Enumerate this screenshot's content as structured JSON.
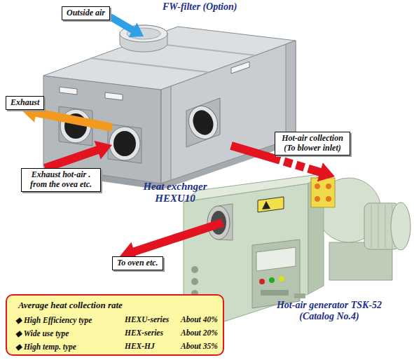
{
  "diagram": {
    "nodes": [
      {
        "text": [
          "Outside air"
        ]
      },
      {
        "text": [
          "Heat exchnger HEXU10"
        ]
      },
      {
        "text": [
          "Exhaust"
        ]
      },
      {
        "text": [
          "Exhaust hot-air . from the ovea etc."
        ]
      },
      {
        "text": [
          "Hot-air collection (To blower inlet)"
        ]
      },
      {
        "text": [
          "Hot-air generator TSK-52 (Catalog No.4)"
        ]
      },
      {
        "text": [
          "To oven etc."
        ]
      },
      {
        "text": [
          "Average heat collection rate",
          "◆ High Efficiency type",
          "HEXU-series",
          "About 40%",
          "◆ Wide use type",
          "HEX-series",
          "About 20%",
          "◆ High temp. type",
          "HEX-HJ",
          "About 35%"
        ]
      }
    ],
    "edges": [
      {
        "from": 0,
        "to": 1,
        "arrow": "to"
      },
      {
        "from": 1,
        "to": 2,
        "arrow": "to"
      },
      {
        "from": 3,
        "to": 1,
        "arrow": "to"
      },
      {
        "from": 1,
        "to": 5,
        "arrow": "to"
      },
      {
        "from": 5,
        "to": 6,
        "arrow": "to"
      }
    ],
    "labels": [
      "FW-filter (Option)"
    ]
  }
}
